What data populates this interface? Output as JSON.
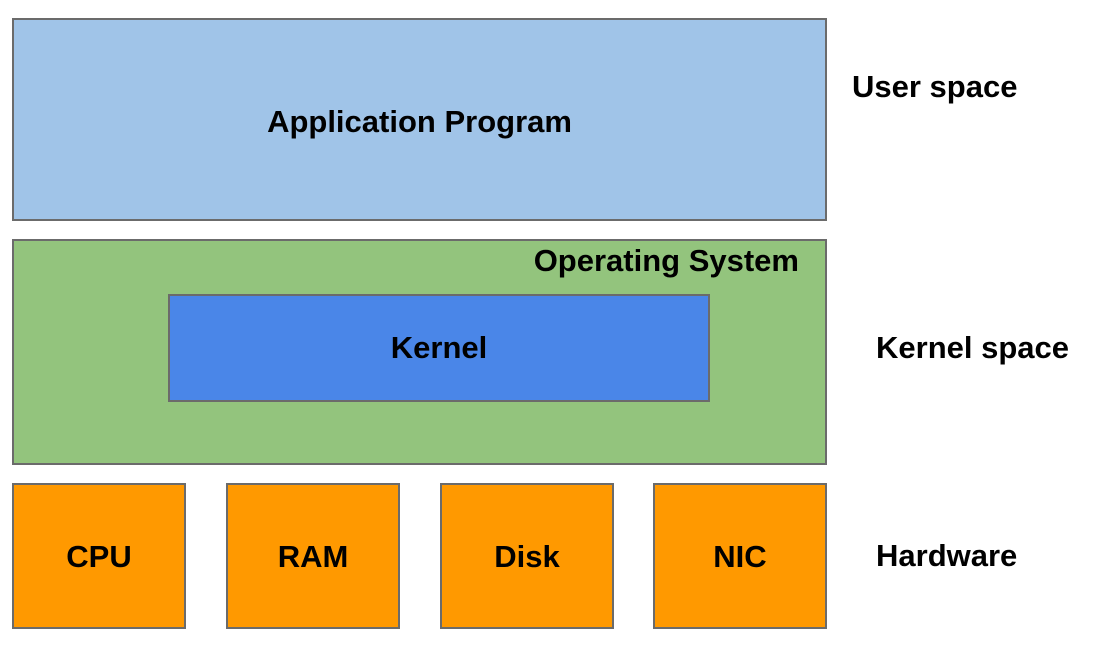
{
  "diagram": {
    "application": {
      "label": "Application Program"
    },
    "operating_system": {
      "label": "Operating System",
      "kernel": {
        "label": "Kernel"
      }
    },
    "hardware": {
      "components": [
        {
          "label": "CPU"
        },
        {
          "label": "RAM"
        },
        {
          "label": "Disk"
        },
        {
          "label": "NIC"
        }
      ]
    },
    "layers": {
      "user_space": "User space",
      "kernel_space": "Kernel space",
      "hardware": "Hardware"
    }
  },
  "colors": {
    "application": "#a0c4e8",
    "operating_system": "#93c47d",
    "kernel": "#4a86e8",
    "hardware": "#ff9900",
    "border": "#6b6b6b"
  }
}
